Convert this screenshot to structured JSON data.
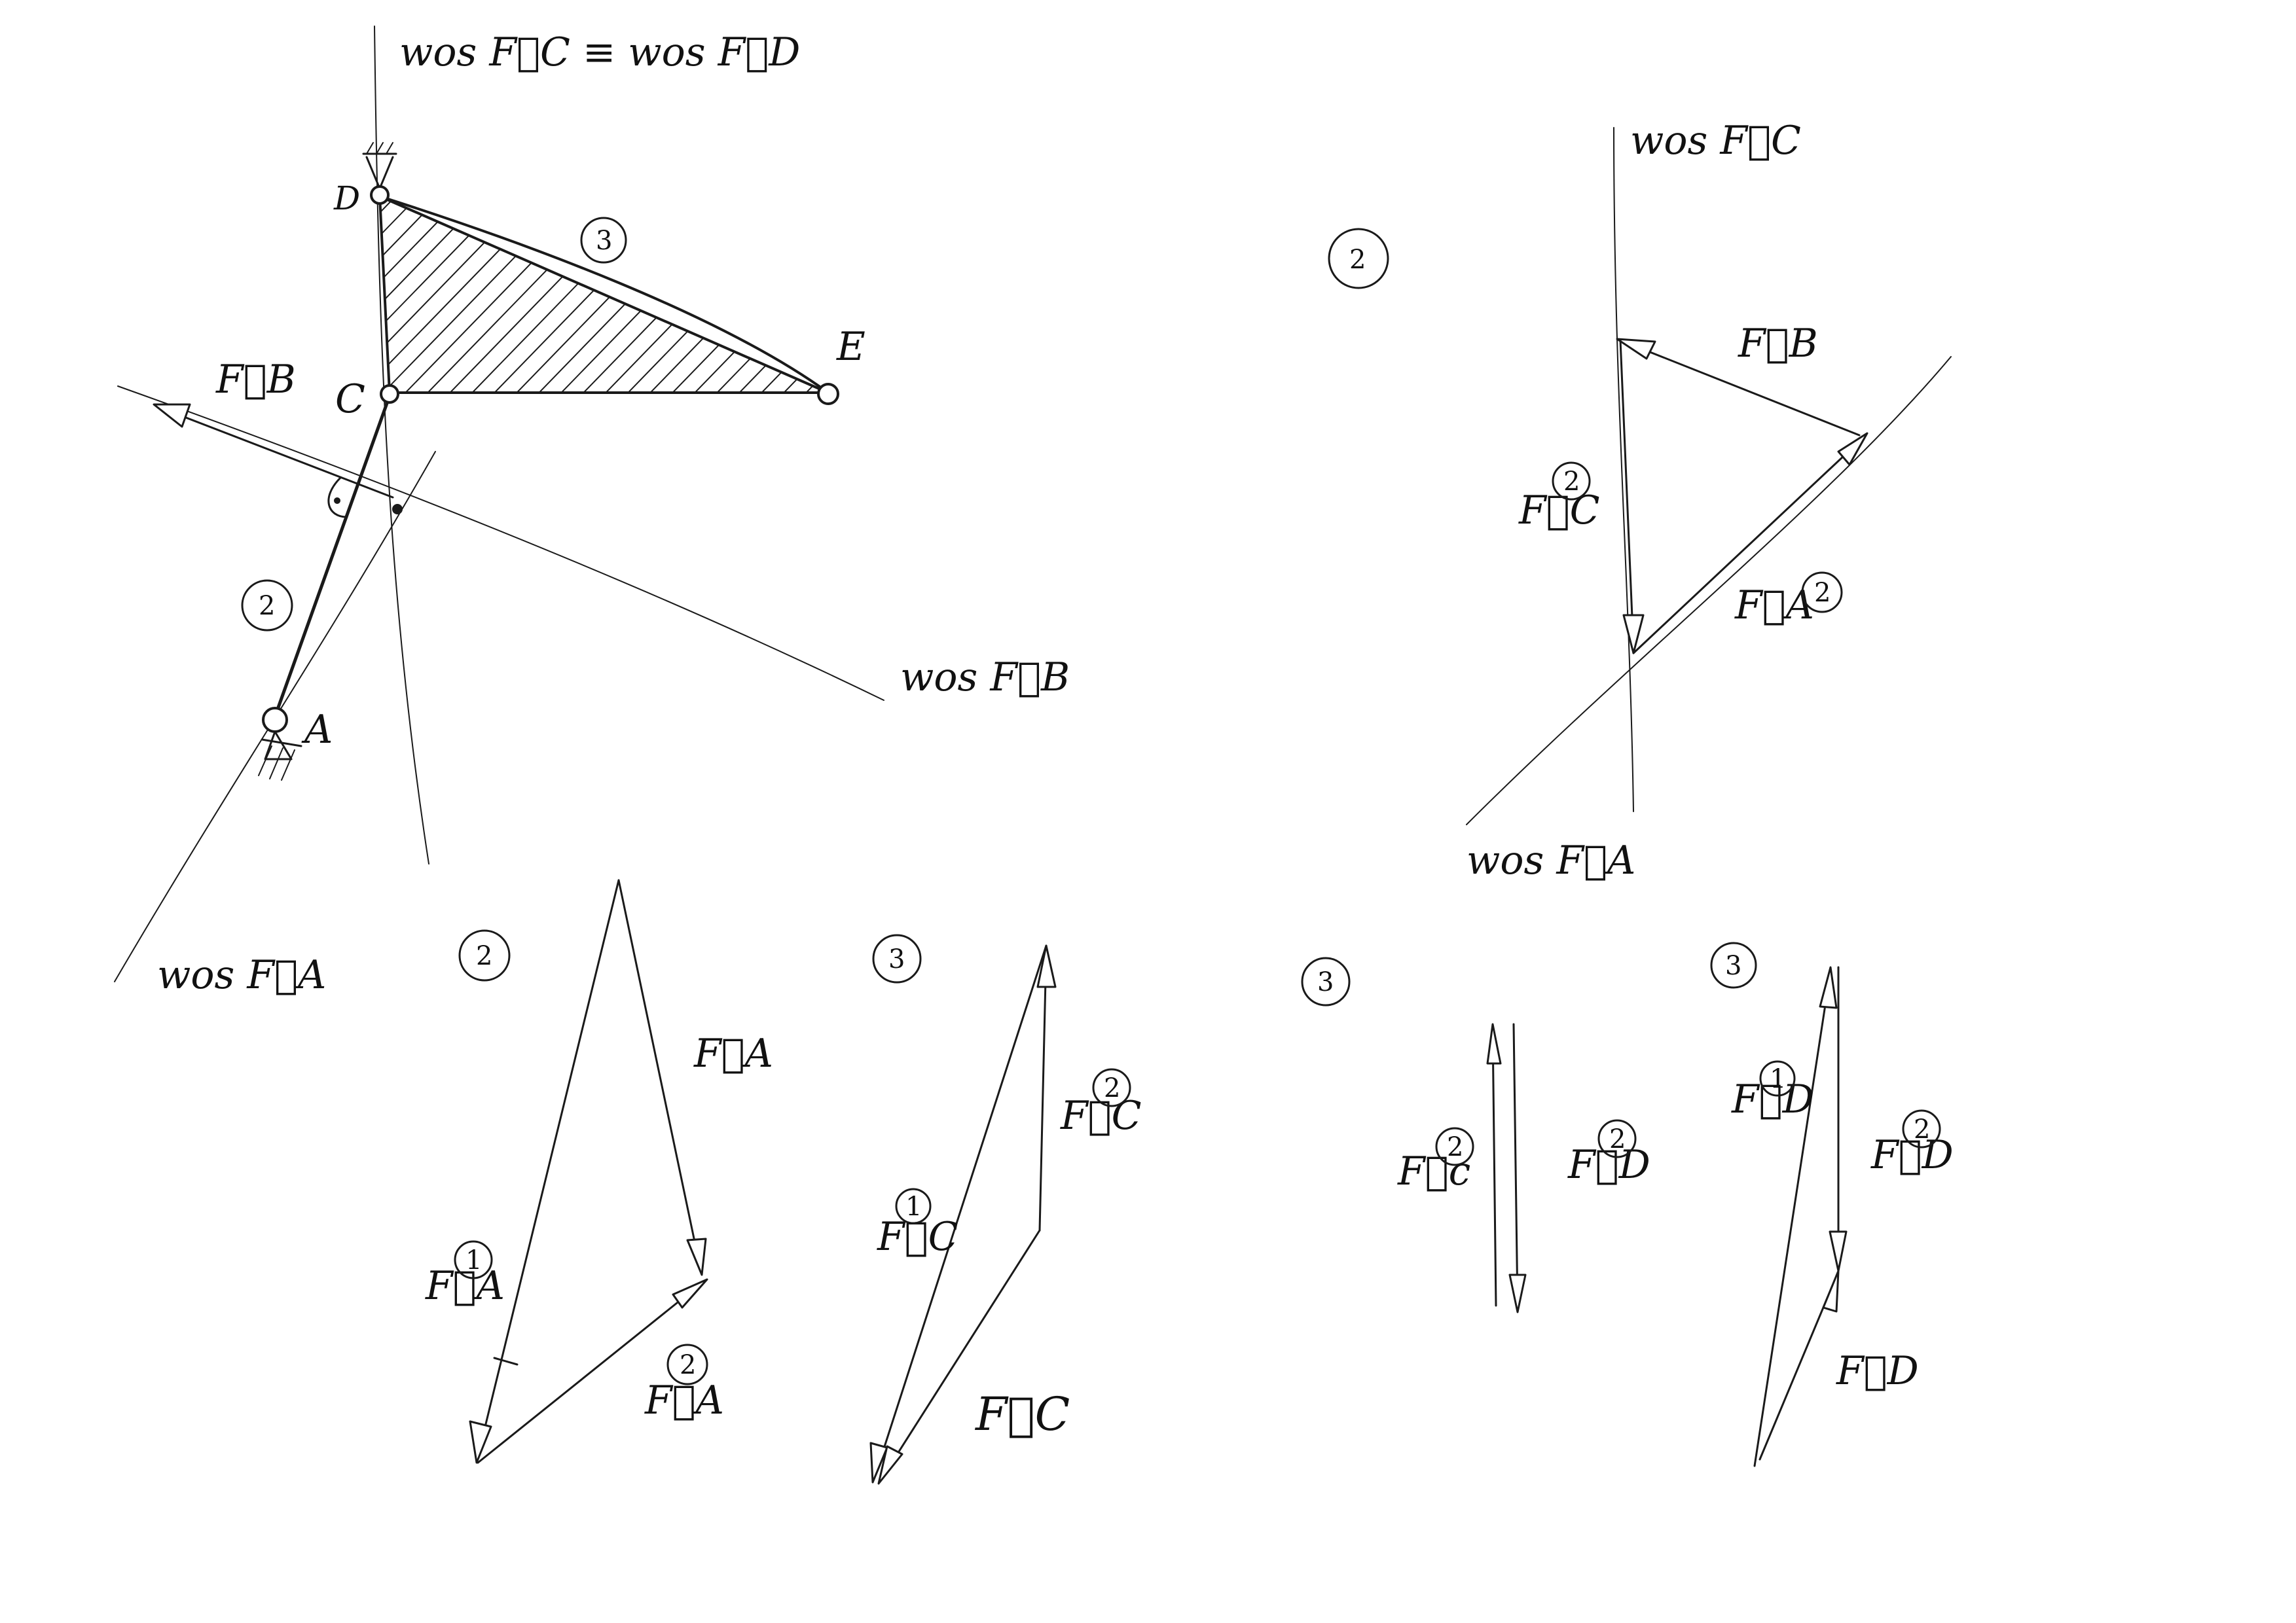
{
  "labels": {
    "line_cd": "wos F⃗C ≡ wos F⃗D",
    "line_fb_left": "wos F⃗B",
    "line_fa_left": "wos F⃗A",
    "line_fc_right": "wos F⃗C",
    "line_fa_right": "wos F⃗A",
    "point_d": "D",
    "point_c": "C",
    "point_e": "E",
    "point_a": "A",
    "vec_fb_left": "F⃗B",
    "vec_fb_right": "F⃗B",
    "vec_fc2_right": "F⃗C",
    "vec_fa2_right": "F⃗A",
    "vec_fa_mid": "F⃗A",
    "vec_fa1_mid": "F⃗A",
    "vec_fa2_mid": "F⃗A",
    "vec_fc2_mid": "F⃗C",
    "vec_fc1_mid": "F⃗C",
    "vec_fc_mid": "F⃗C",
    "vec_fc2_pair": "F⃗c",
    "vec_fd2_pair": "F⃗D",
    "vec_fd1_last": "F⃗D",
    "vec_fd2_last": "F⃗D",
    "vec_fd_last": "F⃗D"
  },
  "bodies": {
    "body_2": "2",
    "body_3": "3",
    "one": "1",
    "two": "2"
  }
}
